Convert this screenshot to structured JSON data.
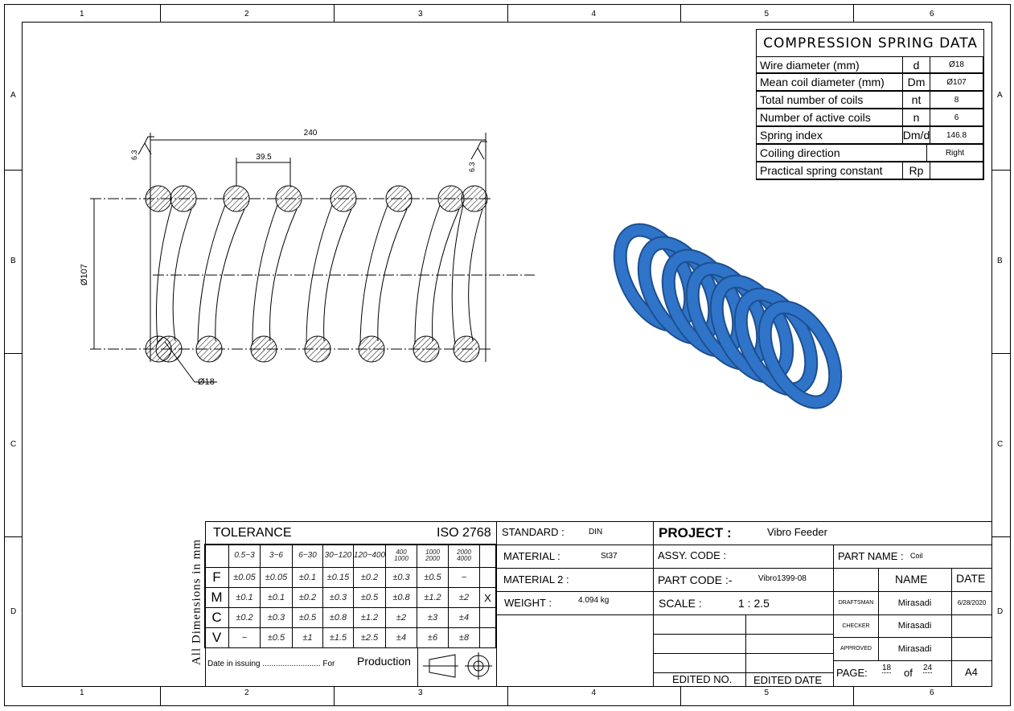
{
  "frame": {
    "columns": [
      "1",
      "2",
      "3",
      "4",
      "5",
      "6"
    ],
    "rows": [
      "A",
      "B",
      "C",
      "D"
    ]
  },
  "spring_data": {
    "title": "COMPRESSION SPRING DATA",
    "rows": [
      {
        "label": "Wire diameter (mm)",
        "symbol": "d",
        "value": "Ø18"
      },
      {
        "label": "Mean coil diameter (mm)",
        "symbol": "Dm",
        "value": "Ø107"
      },
      {
        "label": "Total number of coils",
        "symbol": "nt",
        "value": "8"
      },
      {
        "label": "Number of active coils",
        "symbol": "n",
        "value": "6"
      },
      {
        "label": "Spring index",
        "symbol": "Dm/d",
        "value": "146.8"
      },
      {
        "label": "Coiling direction",
        "symbol": "",
        "value": "Right"
      },
      {
        "label": "Practical spring constant",
        "symbol": "Rp",
        "value": ""
      }
    ]
  },
  "drawing": {
    "length": "240",
    "pitch": "39.5",
    "diameter": "Ø107",
    "wire": "Ø18",
    "roughness": "6.3"
  },
  "tolerance": {
    "title": "TOLERANCE",
    "standard": "ISO 2768",
    "side_label": "All Dimensions in mm",
    "ranges": [
      "0.5−3",
      "3−6",
      "6−30",
      "30−120",
      "120−400",
      "400 1000",
      "1000 2000",
      "2000 4000"
    ],
    "rows": [
      {
        "class": "F",
        "values": [
          "±0.05",
          "±0.05",
          "±0.1",
          "±0.15",
          "±0.2",
          "±0.3",
          "±0.5",
          "−"
        ],
        "mark": ""
      },
      {
        "class": "M",
        "values": [
          "±0.1",
          "±0.1",
          "±0.2",
          "±0.3",
          "±0.5",
          "±0.8",
          "±1.2",
          "±2"
        ],
        "mark": "X"
      },
      {
        "class": "C",
        "values": [
          "±0.2",
          "±0.3",
          "±0.5",
          "±0.8",
          "±1.2",
          "±2",
          "±3",
          "±4"
        ],
        "mark": ""
      },
      {
        "class": "V",
        "values": [
          "−",
          "±0.5",
          "±1",
          "±1.5",
          "±2.5",
          "±4",
          "±6",
          "±8"
        ],
        "mark": ""
      }
    ],
    "date_issuing": "Date in issuing .......................... For",
    "purpose": "Production"
  },
  "title_block": {
    "standard_label": "STANDARD :",
    "standard": "DIN",
    "material_label": "MATERIAL :",
    "material": "St37",
    "material2_label": "MATERIAL 2 :",
    "weight_label": "WEIGHT :",
    "weight": "4.094 kg",
    "project_label": "PROJECT :",
    "project": "Vibro Feeder",
    "assy_label": "ASSY. CODE :",
    "part_name_label": "PART NAME :",
    "part_name": "Coil",
    "part_code_label": "PART CODE :-",
    "part_code": "Vibro1399-08",
    "scale_label": "SCALE :",
    "scale": "1 : 2.5",
    "name_header": "NAME",
    "date_header": "DATE",
    "signatures": [
      {
        "role": "DRAFTSMAN",
        "name": "Mirasadi",
        "date": "6/28/2020"
      },
      {
        "role": "CHECKER",
        "name": "Mirasadi",
        "date": ""
      },
      {
        "role": "APPROVED",
        "name": "Mirasadi",
        "date": ""
      }
    ],
    "edited_no": "EDITED NO.",
    "edited_date": "EDITED DATE",
    "page_label": "PAGE:",
    "page": "18",
    "of_label": "of",
    "pages": "24",
    "sheet": "A4"
  },
  "colors": {
    "spring": "#2f74c8",
    "spring_dark": "#1d4f8f"
  }
}
